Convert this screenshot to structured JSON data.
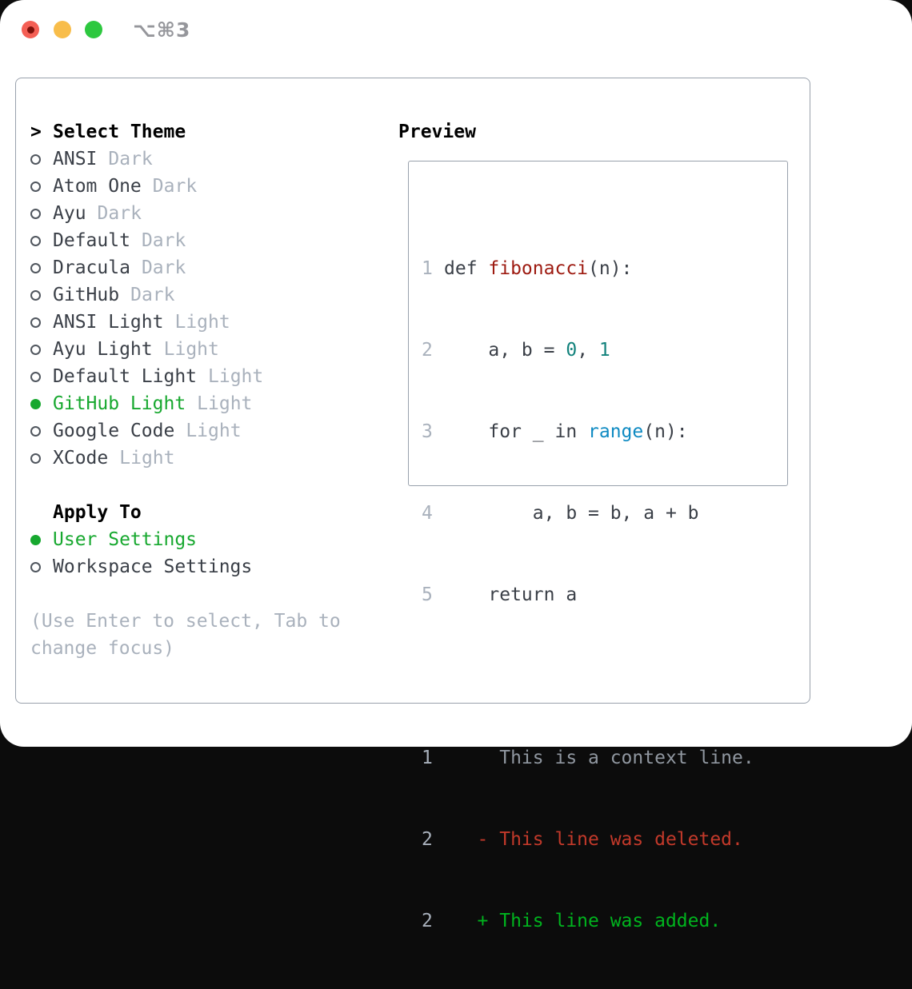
{
  "titlebar": {
    "title": "⌥⌘3"
  },
  "panel": {
    "header": {
      "marker": ">",
      "label": "Select Theme"
    },
    "themes": [
      {
        "name": "ANSI",
        "variant": "Dark",
        "selected": false
      },
      {
        "name": "Atom One",
        "variant": "Dark",
        "selected": false
      },
      {
        "name": "Ayu",
        "variant": "Dark",
        "selected": false
      },
      {
        "name": "Default",
        "variant": "Dark",
        "selected": false
      },
      {
        "name": "Dracula",
        "variant": "Dark",
        "selected": false
      },
      {
        "name": "GitHub",
        "variant": "Dark",
        "selected": false
      },
      {
        "name": "ANSI Light",
        "variant": "Light",
        "selected": false
      },
      {
        "name": "Ayu Light",
        "variant": "Light",
        "selected": false
      },
      {
        "name": "Default Light",
        "variant": "Light",
        "selected": false
      },
      {
        "name": "GitHub Light",
        "variant": "Light",
        "selected": true
      },
      {
        "name": "Google Code",
        "variant": "Light",
        "selected": false
      },
      {
        "name": "XCode",
        "variant": "Light",
        "selected": false
      }
    ],
    "apply_to": {
      "label": "Apply To",
      "options": [
        {
          "name": "User Settings",
          "selected": true
        },
        {
          "name": "Workspace Settings",
          "selected": false
        }
      ]
    },
    "hint": [
      "(Use Enter to select, Tab to",
      "change focus)"
    ]
  },
  "preview": {
    "title": "Preview",
    "code": [
      {
        "num": "1",
        "tokens": [
          {
            "text": "def ",
            "type": "plain"
          },
          {
            "text": "fibonacci",
            "type": "title"
          },
          {
            "text": "(n):",
            "type": "plain"
          }
        ]
      },
      {
        "num": "2",
        "tokens": [
          {
            "text": "    a, b = ",
            "type": "plain"
          },
          {
            "text": "0",
            "type": "num"
          },
          {
            "text": ", ",
            "type": "plain"
          },
          {
            "text": "1",
            "type": "num"
          }
        ]
      },
      {
        "num": "3",
        "tokens": [
          {
            "text": "    for _ in ",
            "type": "plain"
          },
          {
            "text": "range",
            "type": "builtin"
          },
          {
            "text": "(n):",
            "type": "plain"
          }
        ]
      },
      {
        "num": "4",
        "tokens": [
          {
            "text": "        a, b = b, a + b",
            "type": "plain"
          }
        ]
      },
      {
        "num": "5",
        "tokens": [
          {
            "text": "    return a",
            "type": "plain"
          }
        ]
      },
      {
        "num": "",
        "tokens": []
      },
      {
        "num": "1",
        "tokens": [
          {
            "text": "     This is a context line.",
            "type": "ctx"
          }
        ]
      },
      {
        "num": "2",
        "tokens": [
          {
            "text": "   - This line was deleted.",
            "type": "del"
          }
        ]
      },
      {
        "num": "2",
        "tokens": [
          {
            "text": "   + This line was added.",
            "type": "add"
          }
        ]
      }
    ]
  },
  "colors": {
    "accent_green": "#17a82f",
    "added_green": "#00b41e",
    "deleted_red": "#c2392a",
    "function_red": "#9d1a10",
    "builtin_blue": "#0e8ac2",
    "number_teal": "#12827c",
    "muted_gray": "#a9b1bc",
    "border_gray": "#99a1ac",
    "text_dark": "#3a3f47"
  }
}
